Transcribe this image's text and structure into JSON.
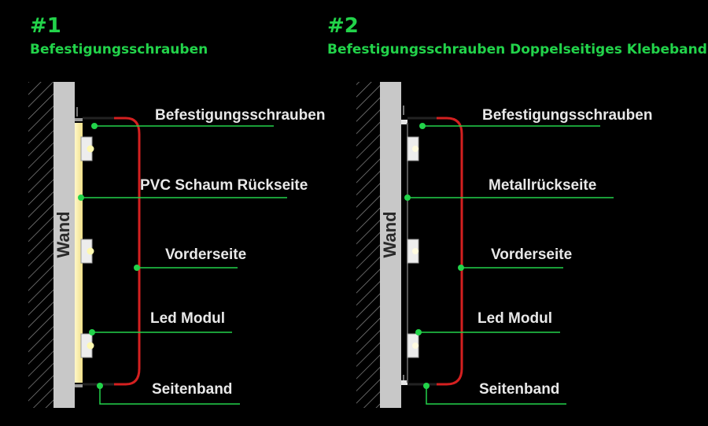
{
  "diagrams": [
    {
      "number": "#1",
      "subtitle": "Befestigungsschrauben",
      "wall_label": "Wand",
      "labels": {
        "screws": "Befestigungsschrauben",
        "back": "PVC Schaum Rückseite",
        "front": "Vorderseite",
        "led": "Led Modul",
        "side": "Seitenband"
      }
    },
    {
      "number": "#2",
      "subtitle": "Befestigungsschrauben Doppelseitiges Klebeband",
      "wall_label": "Wand",
      "labels": {
        "screws": "Befestigungsschrauben",
        "back": "Metallrückseite",
        "front": "Vorderseite",
        "led": "Led Modul",
        "side": "Seitenband"
      }
    }
  ],
  "colors": {
    "accent_green": "#22d34a",
    "wall": "#c8c8c8",
    "glow": "#f7efae",
    "side_band": "#d42020",
    "label_text": "#e8e8e8"
  }
}
